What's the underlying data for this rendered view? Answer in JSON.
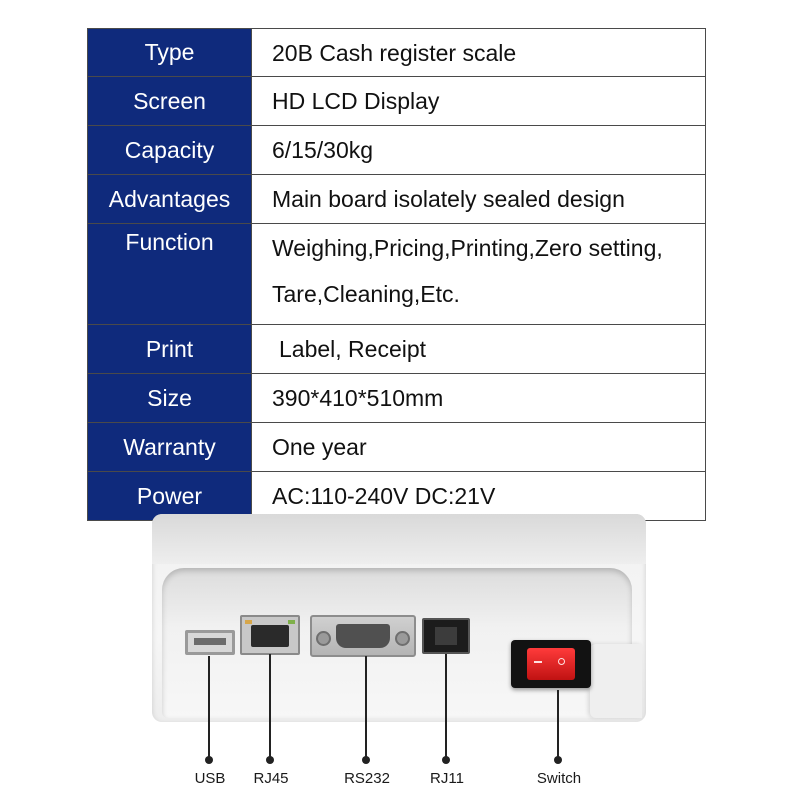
{
  "specs": [
    {
      "key": "Type",
      "value": "20B Cash register scale"
    },
    {
      "key": "Screen",
      "value": "HD LCD Display"
    },
    {
      "key": "Capacity",
      "value": "6/15/30kg"
    },
    {
      "key": "Advantages",
      "value": "Main board isolately sealed design"
    },
    {
      "key": "Function",
      "value": "Weighing,Pricing,Printing,Zero setting,",
      "value_line2": "Tare,Cleaning,Etc."
    },
    {
      "key": "Print",
      "value": "Label, Receipt"
    },
    {
      "key": "Size",
      "value": "390*410*510mm"
    },
    {
      "key": "Warranty",
      "value": "One year"
    },
    {
      "key": "Power",
      "value": "AC:110-240V DC:21V"
    }
  ],
  "ports": {
    "usb": "USB",
    "rj45": "RJ45",
    "rs232": "RS232",
    "rj11": "RJ11",
    "switch": "Switch"
  },
  "colors": {
    "key_cell_background": "#0f2a7c",
    "key_text": "#ffffff",
    "switch": "#e11f1f"
  }
}
